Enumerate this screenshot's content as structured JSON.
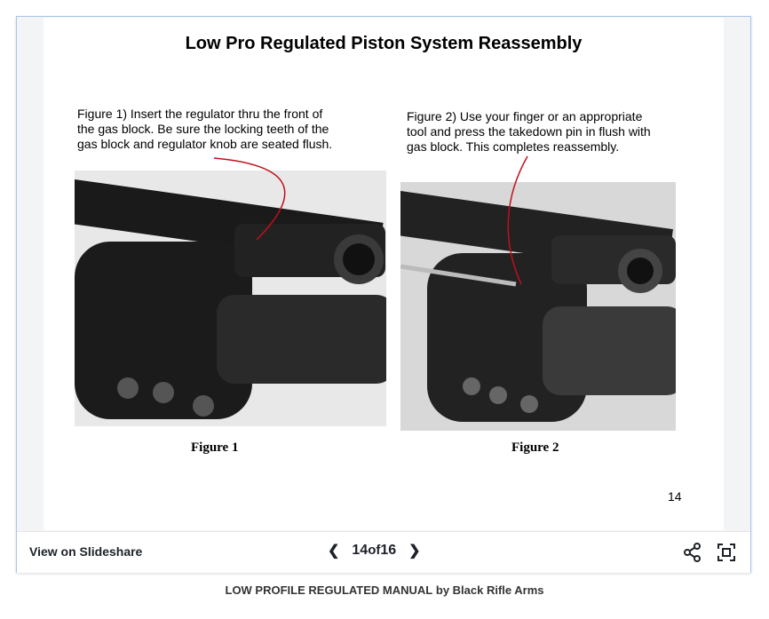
{
  "slide": {
    "title": "Low Pro Regulated Piston System Reassembly",
    "caption1": [
      "Figure 1) Insert the regulator thru the front of",
      "the gas block. Be sure the locking teeth of the",
      "gas block and regulator knob are seated flush."
    ],
    "caption2": [
      "Figure 2) Use your finger or an appropriate",
      "tool and press the takedown pin in flush with",
      "gas block. This completes reassembly."
    ],
    "figure1_label": "Figure 1",
    "figure2_label": "Figure 2",
    "page_number": "14"
  },
  "toolbar": {
    "view_link": "View on Slideshare",
    "current_page": "14",
    "of_label": "of",
    "total_pages": "16"
  },
  "caption": {
    "title": "LOW PROFILE REGULATED MANUAL",
    "by": "by Black Rifle Arms"
  },
  "colors": {
    "border": "#a9c6ea",
    "arrow": "#c0101a"
  }
}
